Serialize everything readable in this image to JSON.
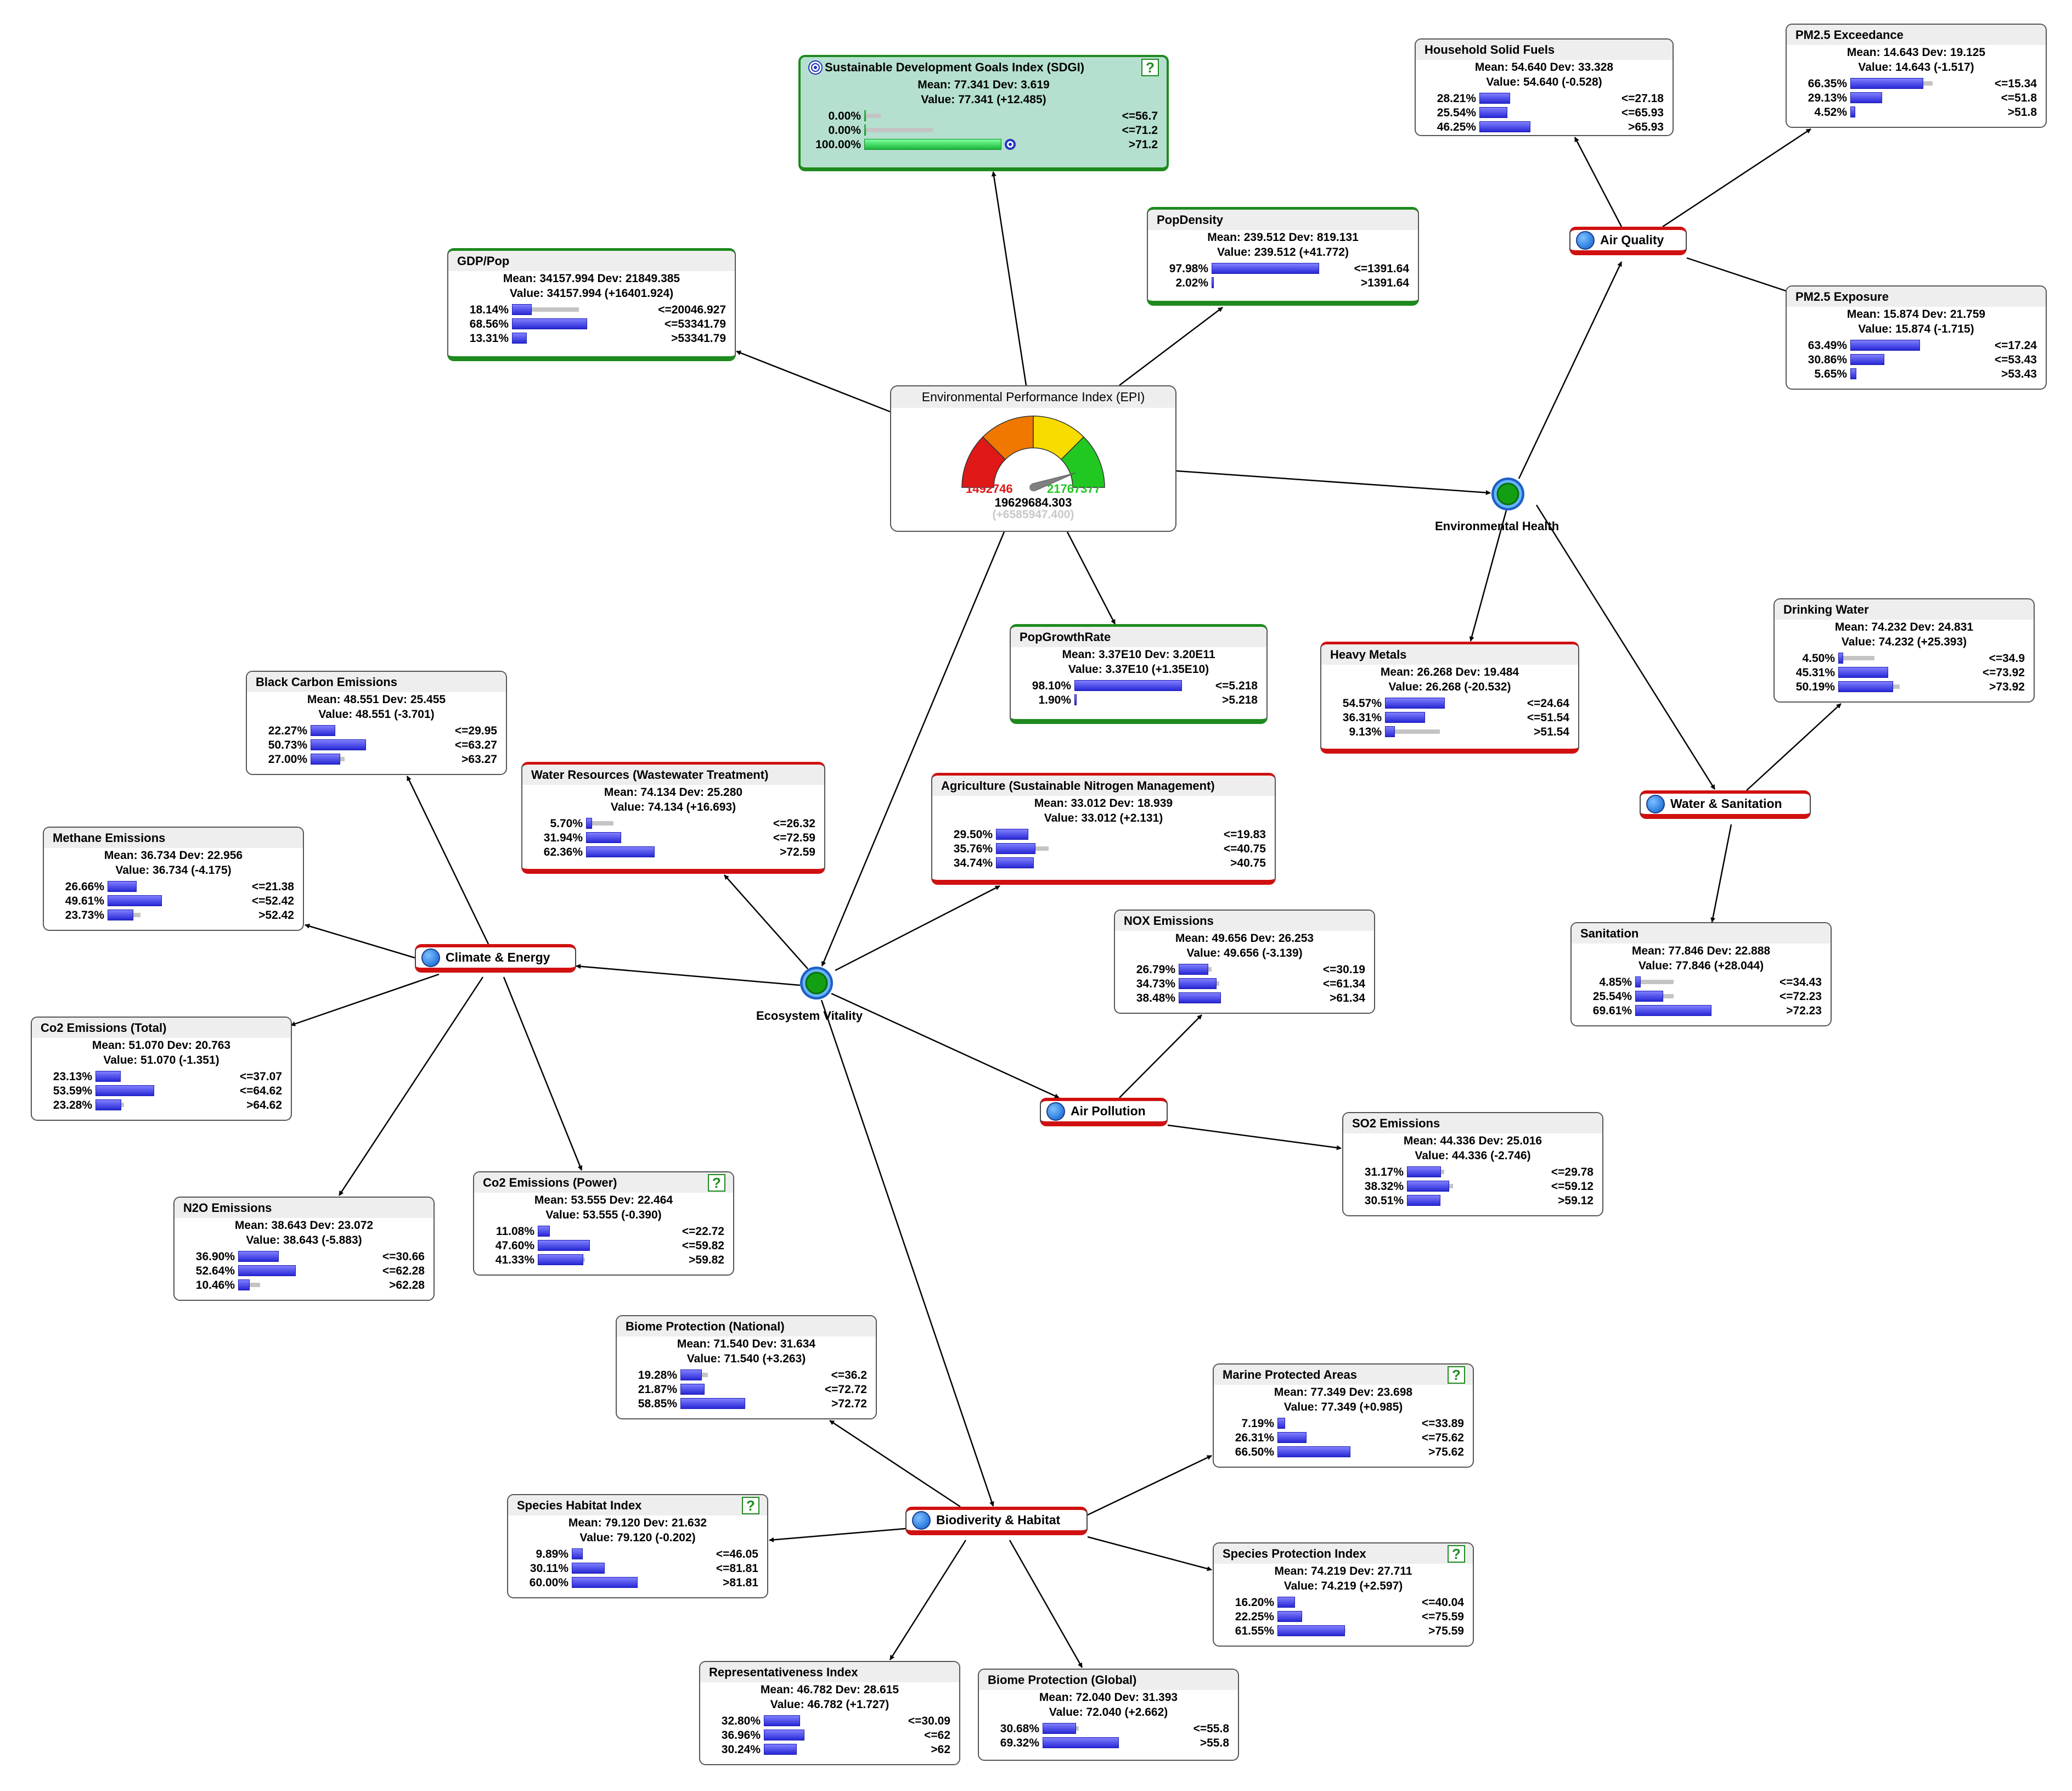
{
  "colors": {
    "evidence_fill": "#b5e0cf",
    "good_border": "#1e8a1e",
    "bad_border": "#d01010",
    "bar": "#3b3bdd",
    "hub": "#12a012"
  },
  "epi": {
    "title": "Environmental Performance Index (EPI)",
    "min_label": "1492746",
    "max_label": "21767377",
    "value": "19629684.303",
    "delta": "(+6585947.400)",
    "gauge_colors": [
      "#e01818",
      "#f07800",
      "#f8dc00",
      "#22c822"
    ]
  },
  "hubs": {
    "env_health": "Environmental Health",
    "eco_vitality": "Ecosystem Vitality"
  },
  "decisions": {
    "air_quality": "Air Quality",
    "water_sanitation": "Water & Sanitation",
    "climate_energy": "Climate & Energy",
    "air_pollution": "Air Pollution",
    "biodiversity": "Biodiverity & Habitat"
  },
  "nodes": [
    {
      "key": "sdgi",
      "title": "Sustainable Development Goals Index (SDGI)",
      "mean": "Mean: 77.341 Dev: 3.619",
      "value": "Value: 77.341 (+12.485)",
      "help": "?",
      "rows": [
        {
          "pct": "0.00%",
          "p": 0.0,
          "ghost": 0.12,
          "state": "<=56.7"
        },
        {
          "pct": "0.00%",
          "p": 0.0,
          "ghost": 0.5,
          "state": "<=71.2"
        },
        {
          "pct": "100.00%",
          "p": 1.0,
          "ghost": 0.3,
          "state": ">71.2"
        }
      ]
    },
    {
      "key": "gdp",
      "title": "GDP/Pop",
      "mean": "Mean: 34157.994 Dev: 21849.385",
      "value": "Value: 34157.994 (+16401.924)",
      "rows": [
        {
          "pct": "18.14%",
          "p": 0.1814,
          "ghost": 0.61,
          "state": "<=20046.927"
        },
        {
          "pct": "68.56%",
          "p": 0.6856,
          "ghost": 0.55,
          "state": "<=53341.79"
        },
        {
          "pct": "13.31%",
          "p": 0.1331,
          "ghost": 0.1,
          "state": ">53341.79"
        }
      ]
    },
    {
      "key": "popdensity",
      "title": "PopDensity",
      "mean": "Mean: 239.512 Dev: 819.131",
      "value": "Value: 239.512 (+41.772)",
      "rows": [
        {
          "pct": "97.98%",
          "p": 0.9798,
          "ghost": 0.97,
          "state": "<=1391.64"
        },
        {
          "pct": "2.02%",
          "p": 0.0202,
          "ghost": 0.02,
          "state": ">1391.64"
        }
      ]
    },
    {
      "key": "popgrowth",
      "title": "PopGrowthRate",
      "mean": "Mean: 3.37E10 Dev: 3.20E11",
      "value": "Value: 3.37E10 (+1.35E10)",
      "rows": [
        {
          "pct": "98.10%",
          "p": 0.981,
          "ghost": 0.98,
          "state": "<=5.218"
        },
        {
          "pct": "1.90%",
          "p": 0.019,
          "ghost": 0.02,
          "state": ">5.218"
        }
      ]
    },
    {
      "key": "hsf",
      "title": "Household Solid Fuels",
      "mean": "Mean: 54.640 Dev: 33.328",
      "value": "Value: 54.640 (-0.528)",
      "rows": [
        {
          "pct": "28.21%",
          "p": 0.2821,
          "ghost": 0.28,
          "state": "<=27.18"
        },
        {
          "pct": "25.54%",
          "p": 0.2554,
          "ghost": 0.25,
          "state": "<=65.93"
        },
        {
          "pct": "46.25%",
          "p": 0.4625,
          "ghost": 0.46,
          "state": ">65.93"
        }
      ]
    },
    {
      "key": "pm25exc",
      "title": "PM2.5 Exceedance",
      "mean": "Mean: 14.643 Dev: 19.125",
      "value": "Value: 14.643 (-1.517)",
      "rows": [
        {
          "pct": "66.35%",
          "p": 0.6635,
          "ghost": 0.75,
          "state": "<=15.34"
        },
        {
          "pct": "29.13%",
          "p": 0.2913,
          "ghost": 0.22,
          "state": "<=51.8"
        },
        {
          "pct": "4.52%",
          "p": 0.0452,
          "ghost": 0.04,
          "state": ">51.8"
        }
      ]
    },
    {
      "key": "pm25exp",
      "title": "PM2.5 Exposure",
      "mean": "Mean: 15.874 Dev: 21.759",
      "value": "Value: 15.874 (-1.715)",
      "rows": [
        {
          "pct": "63.49%",
          "p": 0.6349,
          "ghost": 0.6,
          "state": "<=17.24"
        },
        {
          "pct": "30.86%",
          "p": 0.3086,
          "ghost": 0.3,
          "state": "<=53.43"
        },
        {
          "pct": "5.65%",
          "p": 0.0565,
          "ghost": 0.05,
          "state": ">53.43"
        }
      ]
    },
    {
      "key": "heavymetals",
      "title": "Heavy Metals",
      "mean": "Mean: 26.268 Dev: 19.484",
      "value": "Value: 26.268 (-20.532)",
      "rows": [
        {
          "pct": "54.57%",
          "p": 0.5457,
          "ghost": 0.3,
          "state": "<=24.64"
        },
        {
          "pct": "36.31%",
          "p": 0.3631,
          "ghost": 0.3,
          "state": "<=51.54"
        },
        {
          "pct": "9.13%",
          "p": 0.0913,
          "ghost": 0.5,
          "state": ">51.54"
        }
      ]
    },
    {
      "key": "drinking",
      "title": "Drinking Water",
      "mean": "Mean: 74.232 Dev: 24.831",
      "value": "Value: 74.232 (+25.393)",
      "rows": [
        {
          "pct": "4.50%",
          "p": 0.045,
          "ghost": 0.33,
          "state": "<=34.9"
        },
        {
          "pct": "45.31%",
          "p": 0.4531,
          "ghost": 0.35,
          "state": "<=73.92"
        },
        {
          "pct": "50.19%",
          "p": 0.5019,
          "ghost": 0.56,
          "state": ">73.92"
        }
      ]
    },
    {
      "key": "sanitation",
      "title": "Sanitation",
      "mean": "Mean: 77.846 Dev: 22.888",
      "value": "Value: 77.846 (+28.044)",
      "rows": [
        {
          "pct": "4.85%",
          "p": 0.0485,
          "ghost": 0.35,
          "state": "<=34.43"
        },
        {
          "pct": "25.54%",
          "p": 0.2554,
          "ghost": 0.35,
          "state": "<=72.23"
        },
        {
          "pct": "69.61%",
          "p": 0.6961,
          "ghost": 0.52,
          "state": ">72.23"
        }
      ]
    },
    {
      "key": "blackcarbon",
      "title": "Black Carbon Emissions",
      "mean": "Mean: 48.551 Dev: 25.455",
      "value": "Value: 48.551 (-3.701)",
      "rows": [
        {
          "pct": "22.27%",
          "p": 0.2227,
          "ghost": 0.2,
          "state": "<=29.95"
        },
        {
          "pct": "50.73%",
          "p": 0.5073,
          "ghost": 0.5,
          "state": "<=63.27"
        },
        {
          "pct": "27.00%",
          "p": 0.27,
          "ghost": 0.31,
          "state": ">63.27"
        }
      ]
    },
    {
      "key": "waterres",
      "title": "Water Resources (Wastewater Treatment)",
      "mean": "Mean: 74.134 Dev: 25.280",
      "value": "Value: 74.134 (+16.693)",
      "rows": [
        {
          "pct": "5.70%",
          "p": 0.057,
          "ghost": 0.25,
          "state": "<=26.32"
        },
        {
          "pct": "31.94%",
          "p": 0.3194,
          "ghost": 0.3,
          "state": "<=72.59"
        },
        {
          "pct": "62.36%",
          "p": 0.6236,
          "ghost": 0.45,
          "state": ">72.59"
        }
      ]
    },
    {
      "key": "agri",
      "title": "Agriculture (Sustainable Nitrogen Management)",
      "mean": "Mean: 33.012 Dev: 18.939",
      "value": "Value: 33.012 (+2.131)",
      "rows": [
        {
          "pct": "29.50%",
          "p": 0.295,
          "ghost": 0.28,
          "state": "<=19.83"
        },
        {
          "pct": "35.76%",
          "p": 0.3576,
          "ghost": 0.48,
          "state": "<=40.75"
        },
        {
          "pct": "34.74%",
          "p": 0.3474,
          "ghost": 0.32,
          "state": ">40.75"
        }
      ]
    },
    {
      "key": "methane",
      "title": "Methane Emissions",
      "mean": "Mean: 36.734 Dev: 22.956",
      "value": "Value: 36.734 (-4.175)",
      "rows": [
        {
          "pct": "26.66%",
          "p": 0.2666,
          "ghost": 0.25,
          "state": "<=21.38"
        },
        {
          "pct": "49.61%",
          "p": 0.4961,
          "ghost": 0.47,
          "state": "<=52.42"
        },
        {
          "pct": "23.73%",
          "p": 0.2373,
          "ghost": 0.3,
          "state": ">52.42"
        }
      ]
    },
    {
      "key": "nox",
      "title": "NOX Emissions",
      "mean": "Mean: 49.656 Dev: 26.253",
      "value": "Value: 49.656 (-3.139)",
      "rows": [
        {
          "pct": "26.79%",
          "p": 0.2679,
          "ghost": 0.3,
          "state": "<=30.19"
        },
        {
          "pct": "34.73%",
          "p": 0.3473,
          "ghost": 0.37,
          "state": "<=61.34"
        },
        {
          "pct": "38.48%",
          "p": 0.3848,
          "ghost": 0.33,
          "state": ">61.34"
        }
      ]
    },
    {
      "key": "co2total",
      "title": "Co2 Emissions (Total)",
      "mean": "Mean: 51.070 Dev: 20.763",
      "value": "Value: 51.070 (-1.351)",
      "rows": [
        {
          "pct": "23.13%",
          "p": 0.2313,
          "ghost": 0.22,
          "state": "<=37.07"
        },
        {
          "pct": "53.59%",
          "p": 0.5359,
          "ghost": 0.5,
          "state": "<=64.62"
        },
        {
          "pct": "23.28%",
          "p": 0.2328,
          "ghost": 0.26,
          "state": ">64.62"
        }
      ]
    },
    {
      "key": "so2",
      "title": "SO2 Emissions",
      "mean": "Mean: 44.336 Dev: 25.016",
      "value": "Value: 44.336 (-2.746)",
      "rows": [
        {
          "pct": "31.17%",
          "p": 0.3117,
          "ghost": 0.34,
          "state": "<=29.78"
        },
        {
          "pct": "38.32%",
          "p": 0.3832,
          "ghost": 0.42,
          "state": "<=59.12"
        },
        {
          "pct": "30.51%",
          "p": 0.3051,
          "ghost": 0.27,
          "state": ">59.12"
        }
      ]
    },
    {
      "key": "n2o",
      "title": "N2O Emissions",
      "mean": "Mean: 38.643 Dev: 23.072",
      "value": "Value: 38.643 (-5.883)",
      "rows": [
        {
          "pct": "36.90%",
          "p": 0.369,
          "ghost": 0.35,
          "state": "<=30.66"
        },
        {
          "pct": "52.64%",
          "p": 0.5264,
          "ghost": 0.5,
          "state": "<=62.28"
        },
        {
          "pct": "10.46%",
          "p": 0.1046,
          "ghost": 0.2,
          "state": ">62.28"
        }
      ]
    },
    {
      "key": "co2power",
      "title": "Co2 Emissions (Power)",
      "mean": "Mean: 53.555 Dev: 22.464",
      "value": "Value: 53.555 (-0.390)",
      "help": "?",
      "rows": [
        {
          "pct": "11.08%",
          "p": 0.1108,
          "ghost": 0.1,
          "state": "<=22.72"
        },
        {
          "pct": "47.60%",
          "p": 0.476,
          "ghost": 0.46,
          "state": "<=59.82"
        },
        {
          "pct": "41.33%",
          "p": 0.4133,
          "ghost": 0.43,
          "state": ">59.82"
        }
      ]
    },
    {
      "key": "biomenat",
      "title": "Biome Protection (National)",
      "mean": "Mean: 71.540 Dev: 31.634",
      "value": "Value: 71.540 (+3.263)",
      "rows": [
        {
          "pct": "19.28%",
          "p": 0.1928,
          "ghost": 0.25,
          "state": "<=36.2"
        },
        {
          "pct": "21.87%",
          "p": 0.2187,
          "ghost": 0.2,
          "state": "<=72.72"
        },
        {
          "pct": "58.85%",
          "p": 0.5885,
          "ghost": 0.58,
          "state": ">72.72"
        }
      ]
    },
    {
      "key": "marine",
      "title": "Marine Protected Areas",
      "mean": "Mean: 77.349 Dev: 23.698",
      "value": "Value: 77.349 (+0.985)",
      "help": "?",
      "rows": [
        {
          "pct": "7.19%",
          "p": 0.0719,
          "ghost": 0.07,
          "state": "<=33.89"
        },
        {
          "pct": "26.31%",
          "p": 0.2631,
          "ghost": 0.26,
          "state": "<=75.62"
        },
        {
          "pct": "66.50%",
          "p": 0.665,
          "ghost": 0.66,
          "state": ">75.62"
        }
      ]
    },
    {
      "key": "specieshab",
      "title": "Species Habitat Index",
      "mean": "Mean: 79.120 Dev: 21.632",
      "value": "Value: 79.120 (-0.202)",
      "help": "?",
      "rows": [
        {
          "pct": "9.89%",
          "p": 0.0989,
          "ghost": 0.1,
          "state": "<=46.05"
        },
        {
          "pct": "30.11%",
          "p": 0.3011,
          "ghost": 0.3,
          "state": "<=81.81"
        },
        {
          "pct": "60.00%",
          "p": 0.6,
          "ghost": 0.6,
          "state": ">81.81"
        }
      ]
    },
    {
      "key": "speciesprot",
      "title": "Species Protection Index",
      "mean": "Mean: 74.219 Dev: 27.711",
      "value": "Value: 74.219 (+2.597)",
      "help": "?",
      "rows": [
        {
          "pct": "16.20%",
          "p": 0.162,
          "ghost": 0.16,
          "state": "<=40.04"
        },
        {
          "pct": "22.25%",
          "p": 0.2225,
          "ghost": 0.22,
          "state": "<=75.59"
        },
        {
          "pct": "61.55%",
          "p": 0.6155,
          "ghost": 0.62,
          "state": ">75.59"
        }
      ]
    },
    {
      "key": "repr",
      "title": "Representativeness Index",
      "mean": "Mean: 46.782 Dev: 28.615",
      "value": "Value: 46.782 (+1.727)",
      "rows": [
        {
          "pct": "32.80%",
          "p": 0.328,
          "ghost": 0.32,
          "state": "<=30.09"
        },
        {
          "pct": "36.96%",
          "p": 0.3696,
          "ghost": 0.36,
          "state": "<=62"
        },
        {
          "pct": "30.24%",
          "p": 0.3024,
          "ghost": 0.3,
          "state": ">62"
        }
      ]
    },
    {
      "key": "biomeglob",
      "title": "Biome Protection (Global)",
      "mean": "Mean: 72.040 Dev: 31.393",
      "value": "Value: 72.040 (+2.662)",
      "rows": [
        {
          "pct": "30.68%",
          "p": 0.3068,
          "ghost": 0.33,
          "state": "<=55.8"
        },
        {
          "pct": "69.32%",
          "p": 0.6932,
          "ghost": 0.67,
          "state": ">55.8"
        }
      ]
    }
  ]
}
